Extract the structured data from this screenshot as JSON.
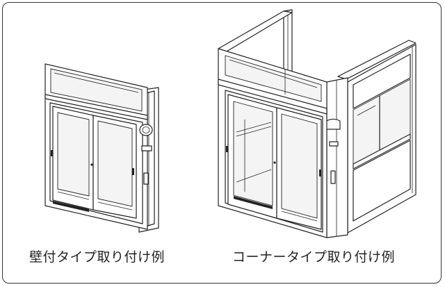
{
  "captions": {
    "left": "壁付タイプ取り付け例",
    "right": "コーナータイプ取り付け例"
  },
  "icons": {
    "left_figure": "wall-mount-sliding-window-unit",
    "right_figure": "corner-sliding-window-unit"
  }
}
